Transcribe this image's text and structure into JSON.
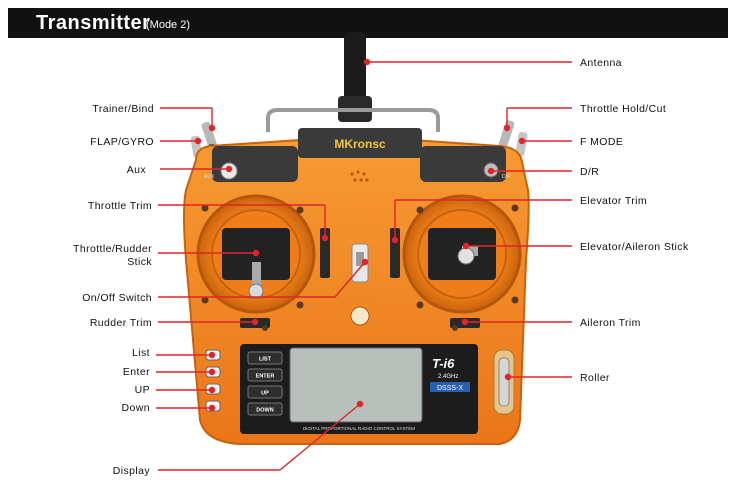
{
  "header": {
    "title": "Transmitter",
    "subtitle": "(Mode 2)"
  },
  "transmitter": {
    "brand": "MKronsc",
    "model": "T-i6",
    "band": "2.4GHz",
    "protocol": "DSSS-X",
    "footer_text": "DIGITAL PROPORTIONAL RADIO CONTROL SYSTEM",
    "buttons": [
      "LIST",
      "ENTER",
      "UP",
      "DOWN"
    ],
    "switch_labels": {
      "aux": "AUX",
      "dr": "D/R"
    }
  },
  "labels": {
    "antenna": "Antenna",
    "trainer_bind": "Trainer/Bind",
    "throttle_hold_cut": "Throttle Hold/Cut",
    "flap_gyro": "FLAP/GYRO",
    "f_mode": "F MODE",
    "aux": "Aux",
    "dr": "D/R",
    "throttle_trim": "Throttle Trim",
    "elevator_trim": "Elevator Trim",
    "throttle_rudder_stick_1": "Throttle/Rudder",
    "throttle_rudder_stick_2": "Stick",
    "elevator_aileron_stick": "Elevator/Aileron Stick",
    "on_off_switch": "On/Off Switch",
    "rudder_trim": "Rudder Trim",
    "aileron_trim": "Aileron Trim",
    "list": "List",
    "enter": "Enter",
    "up": "UP",
    "down": "Down",
    "roller": "Roller",
    "display": "Display"
  },
  "colors": {
    "accent_line": "#e0242c",
    "body": "#f5891e",
    "header_bg": "#111111"
  }
}
